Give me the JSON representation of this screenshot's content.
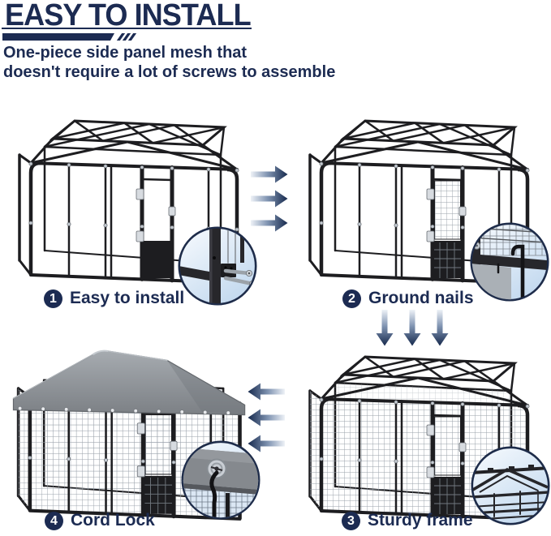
{
  "header": {
    "title": "EASY TO INSTALL",
    "subtitle_line1": "One-piece side panel mesh that",
    "subtitle_line2": "doesn't require a lot of screws to assemble"
  },
  "steps": [
    {
      "number": "1",
      "label": "Easy to install",
      "callout": "corner-pin-connector-detail"
    },
    {
      "number": "2",
      "label": "Ground nails",
      "callout": "ground-nail-detail"
    },
    {
      "number": "3",
      "label": "Sturdy frame",
      "callout": "roof-truss-detail"
    },
    {
      "number": "4",
      "label": "Cord Lock",
      "callout": "cord-lock-detail"
    }
  ],
  "icons": {
    "flow_arrows": [
      "arrow-right-icon",
      "arrow-down-icon",
      "arrow-left-icon"
    ]
  },
  "colors": {
    "navy": "#1c2b52",
    "arrow_dark": "#14274b",
    "arrow_light": "#eef2f7",
    "frame_black": "#1d1d20",
    "roof_gray": "#8a8e93",
    "callout_fill": "#c3d9ef"
  }
}
